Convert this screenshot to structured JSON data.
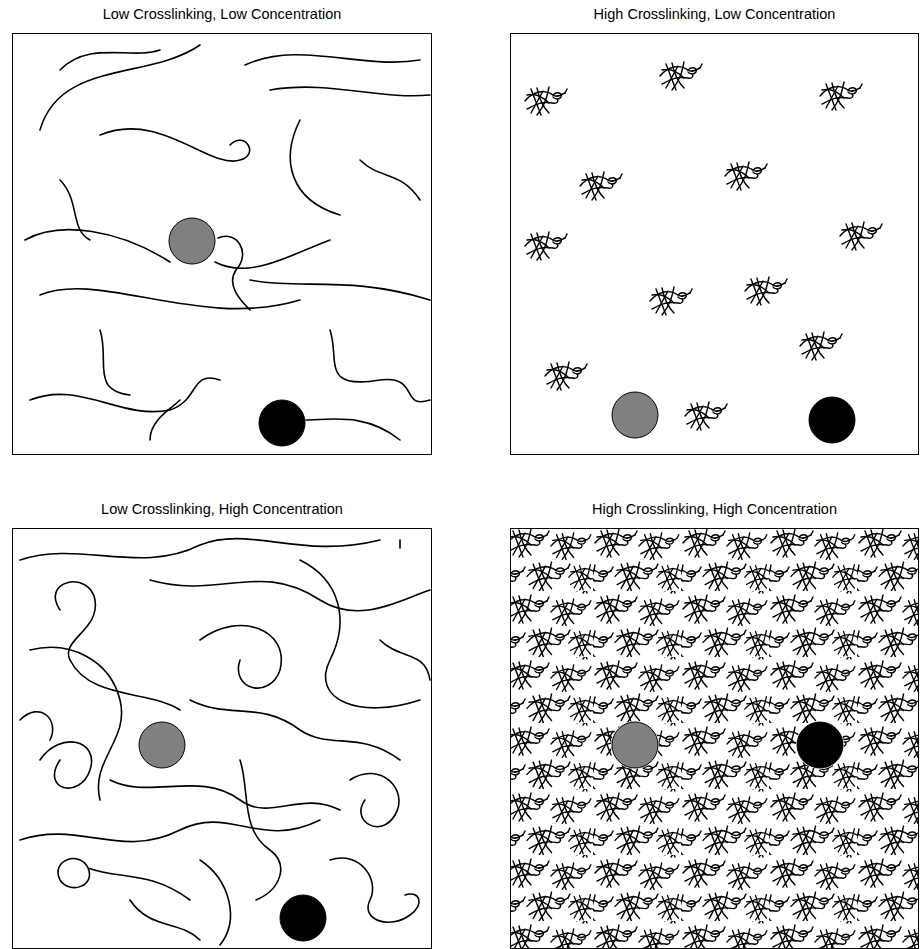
{
  "diagram": {
    "nodes": [
      {
        "text": [
          "Low Crosslinking, Low Concentration"
        ]
      },
      {
        "text": [
          "High Crosslinking, Low Concentration"
        ]
      },
      {
        "text": [
          "Low Crosslinking, High Concentration"
        ]
      },
      {
        "text": [
          "High Crosslinking, High Concentration"
        ]
      }
    ]
  }
}
